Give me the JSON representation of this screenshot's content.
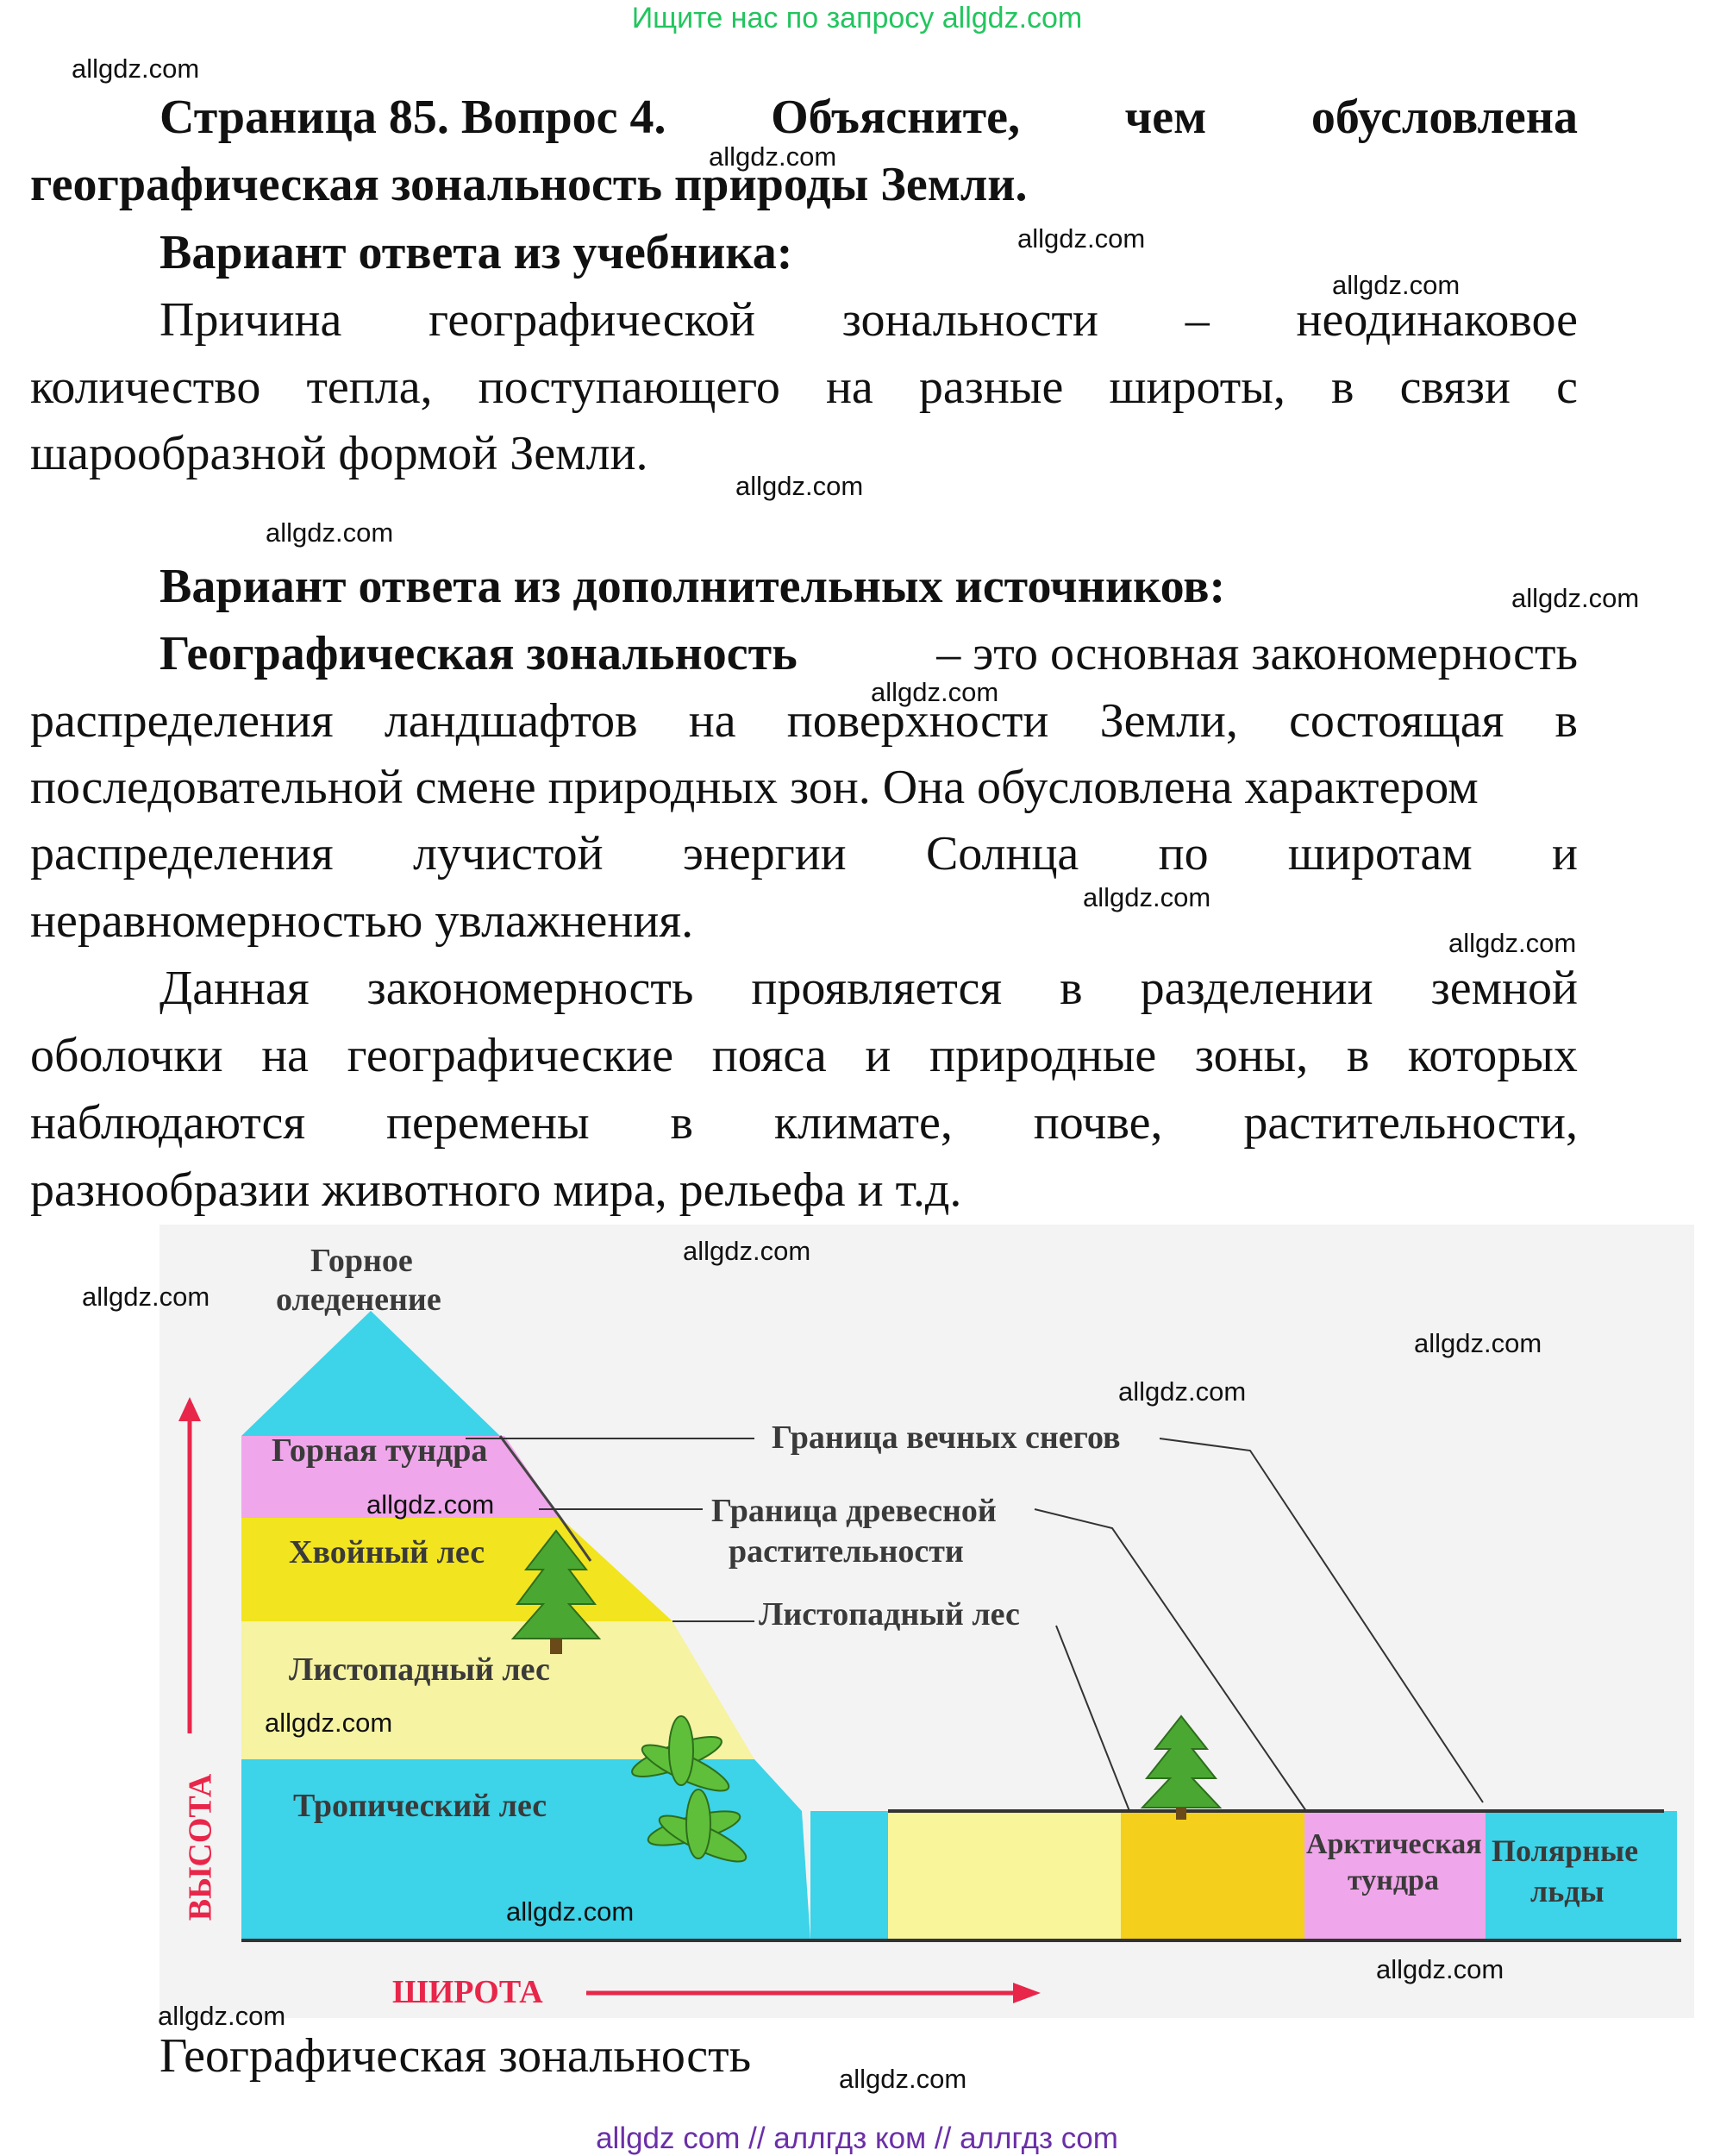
{
  "header": {
    "search_hint": "Ищите нас по запросу allgdz.com"
  },
  "footer": {
    "links": "allgdz com  //  аллгдз ком  //  аллгдз com"
  },
  "watermark": "allgdz.com",
  "question": {
    "line1_parts": [
      "Страница 85. Вопрос 4.",
      "Объясните,",
      "чем",
      "обусловлена"
    ],
    "line2": "географическая зональность природы Земли."
  },
  "textbook_answer": {
    "heading": "Вариант ответа из учебника:",
    "line1_parts": [
      "Причина",
      "географической",
      "зональности",
      "–",
      "неодинаковое"
    ],
    "line2_parts": [
      "количество",
      "тепла,",
      "поступающего",
      "на",
      "разные",
      "широты,",
      "в",
      "связи",
      "с"
    ],
    "line3": "шарообразной формой Земли."
  },
  "extra_answer": {
    "heading": "Вариант ответа из дополнительных источников:",
    "term": "Географическая зональность",
    "p1_line1_rest": "– это основная закономерность",
    "p1_line2_parts": [
      "распределения",
      "ландшафтов",
      "на",
      "поверхности",
      "Земли,",
      "состоящая",
      "в"
    ],
    "p1_line3": "последовательной смене природных зон. Она обусловлена характером",
    "p1_line4_parts": [
      "распределения",
      "лучистой",
      "энергии",
      "Солнца",
      "по",
      "широтам",
      "и"
    ],
    "p1_line5": "неравномерностью увлажнения.",
    "p2_line1_parts": [
      "Данная",
      "закономерность",
      "проявляется",
      "в",
      "разделении",
      "земной"
    ],
    "p2_line2_parts": [
      "оболочки",
      "на",
      "географические",
      "пояса",
      "и",
      "природные",
      "зоны,",
      "в",
      "которых"
    ],
    "p2_line3_parts": [
      "наблюдаются",
      "перемены",
      "в",
      "климате,",
      "почве,",
      "растительности,"
    ],
    "p2_line4": "разнообразии животного мира, рельефа и т.д."
  },
  "diagram": {
    "labels": {
      "mountain_glaciation_1": "Горное",
      "mountain_glaciation_2": "оледенение",
      "mountain_tundra": "Горная тундра",
      "coniferous": "Хвойный лес",
      "deciduous": "Листопадный лес",
      "tropical": "Тропический лес",
      "snow_line": "Граница вечных снегов",
      "tree_line_1": "Граница древесной",
      "tree_line_2": "растительности",
      "deciduous_right": "Листопадный лес",
      "arctic_tundra_1": "Арктическая",
      "arctic_tundra_2": "тундра",
      "polar_ice_1": "Полярные",
      "polar_ice_2": "льды",
      "axis_height": "ВЫСОТА",
      "axis_latitude": "ШИРОТА"
    },
    "colors": {
      "glacier": "#3dd3e8",
      "tundra": "#f0a6ea",
      "coniferous": "#f2e41e",
      "deciduous": "#f6f3a2",
      "tropical": "#3dd3e8",
      "right_deciduous": "#f9f59a",
      "right_conifer": "#f4cf1c",
      "arrow": "#e8264a",
      "tree": "#4aa832"
    }
  },
  "caption": "Географическая зональность"
}
